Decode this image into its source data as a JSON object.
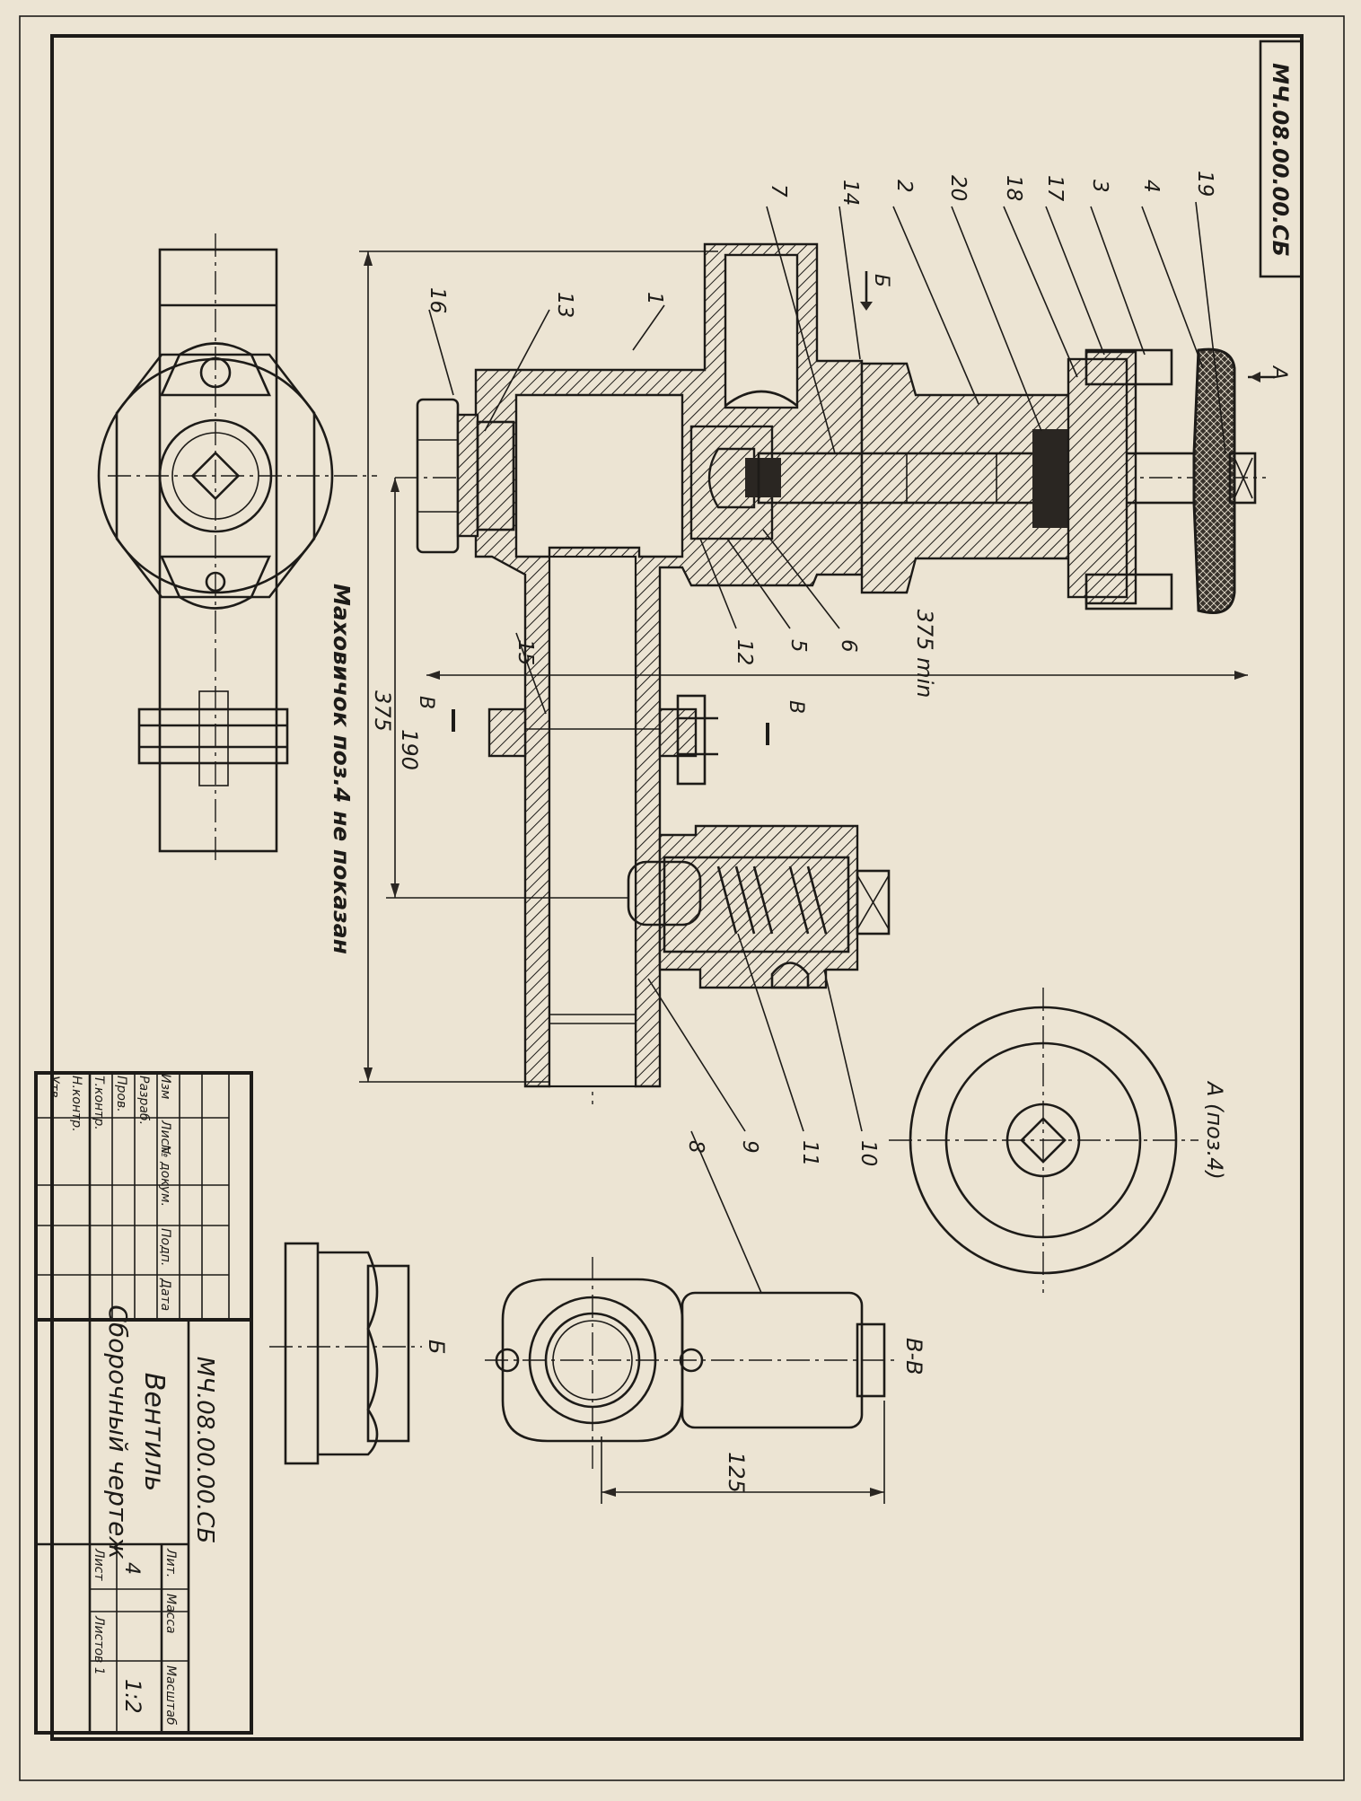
{
  "drawing_number_top": "МЧ.08.00.00.СБ",
  "title_block": {
    "designation": "МЧ.08.00.00.СБ",
    "name": "Вентиль",
    "doc_type": "Сборочный чертеж",
    "mass": "4",
    "scale": "1:2",
    "header_cells": [
      "Изм",
      "Лист",
      "№ докум.",
      "Подп.",
      "Дата"
    ],
    "row_roles": [
      "Разраб.",
      "Пров.",
      "Т.контр.",
      "Н.контр.",
      "Утв."
    ],
    "col_labels": [
      "Лит.",
      "Масса",
      "Масштаб"
    ],
    "sheet_label": "Лист",
    "sheets_label": "Листов 1"
  },
  "positions": {
    "p1": "1",
    "p2": "2",
    "p3": "3",
    "p4": "4",
    "p5": "5",
    "p6": "6",
    "p7": "7",
    "p8": "8",
    "p9": "9",
    "p10": "10",
    "p11": "11",
    "p12": "12",
    "p13": "13",
    "p14": "14",
    "p15": "15",
    "p16": "16",
    "p17": "17",
    "p18": "18",
    "p19": "19",
    "p20": "20"
  },
  "dimensions": {
    "overall_min": "375 min",
    "length": "375",
    "offset": "190",
    "flange": "125"
  },
  "section_marks": {
    "view_a_arrow": "А",
    "view_b_arrow": "Б",
    "section_b_left": "В",
    "section_b_right": "В"
  },
  "view_labels": {
    "view_a": "А (поз.4)",
    "section_bb": "В-В",
    "view_b": "Б"
  },
  "notes": {
    "handwheel_note": "Маховичок поз.4 не показан"
  }
}
